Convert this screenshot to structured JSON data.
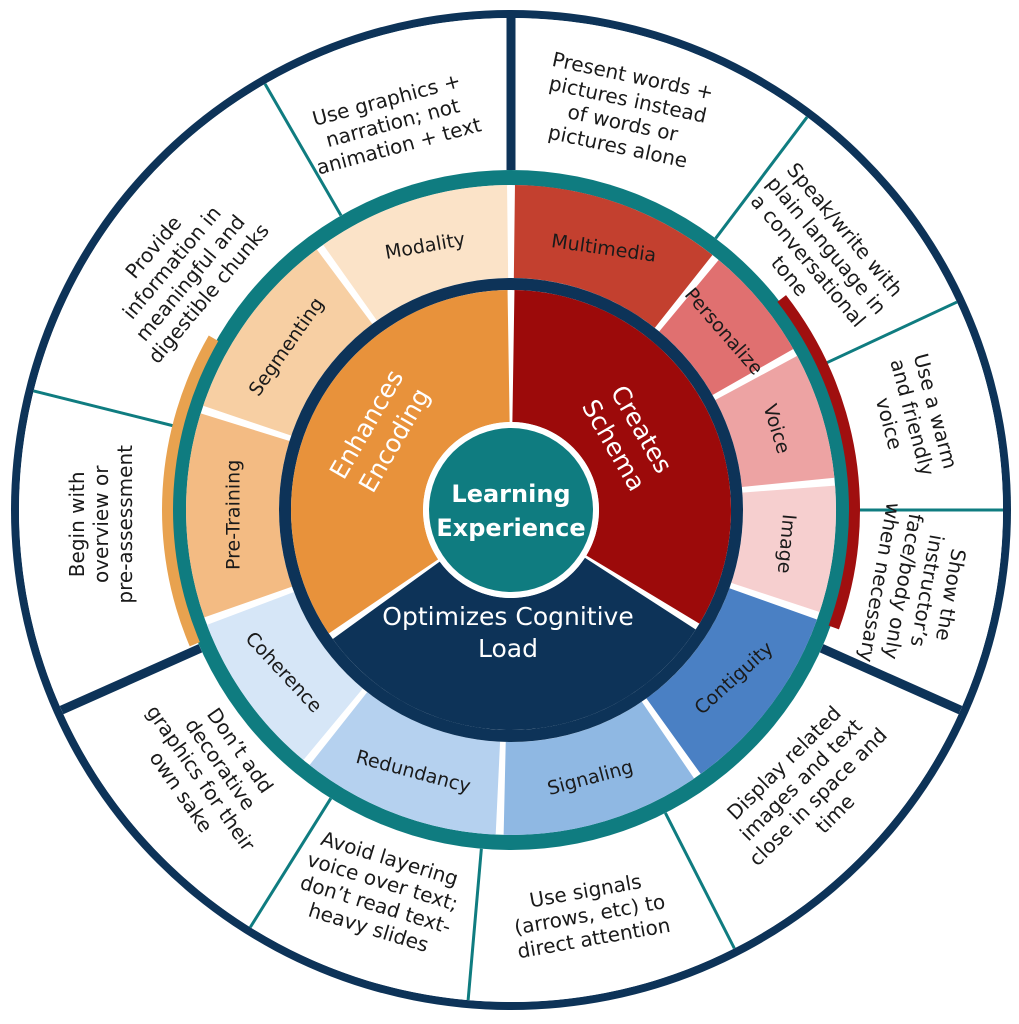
{
  "center": {
    "lines": [
      "Learning",
      "Experience"
    ]
  },
  "core": [
    {
      "id": "encoding",
      "lines": [
        "Enhances",
        "Encoding"
      ]
    },
    {
      "id": "schema",
      "lines": [
        "Creates",
        "Schema"
      ]
    },
    {
      "id": "load",
      "lines": [
        "Optimizes Cognitive",
        "Load"
      ]
    }
  ],
  "principles": [
    {
      "id": "multimedia",
      "label": "Multimedia",
      "color": "#c3402f",
      "group": "schema"
    },
    {
      "id": "personalize",
      "label": "Personalize",
      "color": "#e07070",
      "group": "schema"
    },
    {
      "id": "voice",
      "label": "Voice",
      "color": "#eda3a3",
      "group": "schema"
    },
    {
      "id": "image",
      "label": "Image",
      "color": "#f6cfcf",
      "group": "schema"
    },
    {
      "id": "contiguity",
      "label": "Contiguity",
      "color": "#4a80c4",
      "group": "load"
    },
    {
      "id": "signaling",
      "label": "Signaling",
      "color": "#8fb8e3",
      "group": "load"
    },
    {
      "id": "redundancy",
      "label": "Redundancy",
      "color": "#b5d1ef",
      "group": "load"
    },
    {
      "id": "coherence",
      "label": "Coherence",
      "color": "#d6e6f7",
      "group": "load"
    },
    {
      "id": "pretraining",
      "label": "Pre-Training",
      "color": "#f3bb83",
      "group": "encoding"
    },
    {
      "id": "segmenting",
      "label": "Segmenting",
      "color": "#f7cfa3",
      "group": "encoding"
    },
    {
      "id": "modality",
      "label": "Modality",
      "color": "#fbe3c8",
      "group": "encoding"
    }
  ],
  "descriptions": [
    {
      "id": "multimedia",
      "lines": [
        "Present words +",
        "pictures instead",
        "of words or",
        "pictures alone"
      ]
    },
    {
      "id": "personalize",
      "lines": [
        "Speak/write with",
        "plain language in",
        "a conversational",
        "tone"
      ]
    },
    {
      "id": "voice",
      "lines": [
        "Use a warm",
        "and friendly",
        "voice"
      ]
    },
    {
      "id": "image",
      "lines": [
        "Show the",
        "instructor’s",
        "face/body  only",
        "when necessary"
      ]
    },
    {
      "id": "contiguity",
      "lines": [
        "Display related",
        "images and text",
        "close in space and",
        "time"
      ]
    },
    {
      "id": "signaling",
      "lines": [
        "Use signals",
        "(arrows, etc) to",
        "direct attention"
      ]
    },
    {
      "id": "redundancy",
      "lines": [
        "Avoid layering",
        "voice over text;",
        "don’t read text-",
        "heavy slides"
      ]
    },
    {
      "id": "coherence",
      "lines": [
        "Don’t add",
        "decorative",
        "graphics for their",
        "own sake"
      ]
    },
    {
      "id": "pretraining",
      "lines": [
        "Begin with",
        "overview or",
        "pre-assessment"
      ]
    },
    {
      "id": "segmenting",
      "lines": [
        "Provide",
        "information in",
        "meaningful and",
        "digestible chunks"
      ]
    },
    {
      "id": "modality",
      "lines": [
        "Use graphics +",
        "narration; not",
        "animation + text"
      ]
    }
  ],
  "colors": {
    "navy": "#0d3358",
    "teal": "#0f7c80",
    "orange": "#e8923b",
    "red": "#9c0a0a",
    "schema_arc": "#a00f0f",
    "encoding_arc": "#e8a24f"
  }
}
